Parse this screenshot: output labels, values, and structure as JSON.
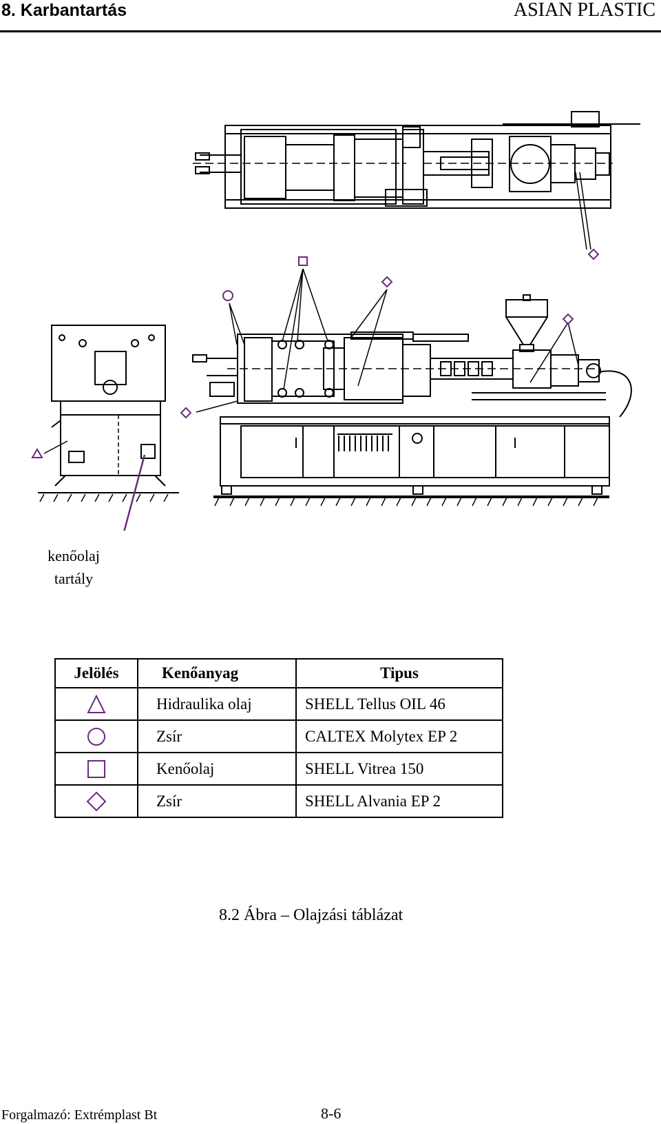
{
  "header": {
    "chapter": "8. Karbantartás",
    "brand": "ASIAN PLASTIC"
  },
  "figure": {
    "callout_line1": "kenőolaj",
    "callout_line2": "tartály",
    "leader_color": "#6b2a7a"
  },
  "legend": {
    "columns": [
      "Jelölés",
      "Kenőanyag",
      "Tipus"
    ],
    "rows": [
      {
        "symbol": "triangle-icon",
        "lubricant": "Hidraulika olaj",
        "type": "SHELL Tellus OIL 46"
      },
      {
        "symbol": "circle-icon",
        "lubricant": "Zsír",
        "type": "CALTEX Molytex EP 2"
      },
      {
        "symbol": "square-icon",
        "lubricant": "Kenőolaj",
        "type": "SHELL Vitrea 150"
      },
      {
        "symbol": "diamond-icon",
        "lubricant": "Zsír",
        "type": "SHELL Alvania EP 2"
      }
    ],
    "symbol_color": "#6b2a7a"
  },
  "caption": "8.2 Ábra – Olajzási táblázat",
  "footer": {
    "distributor": "Forgalmazó: Extrémplast Bt",
    "page": "8-6"
  }
}
